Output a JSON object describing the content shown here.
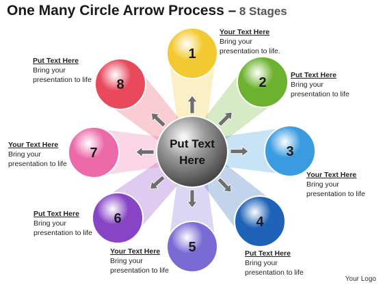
{
  "title": {
    "main": "One Many Circle Arrow Process –",
    "sub": "8 Stages"
  },
  "center": {
    "line1": "Put Text",
    "line2": "Here"
  },
  "stages": [
    {
      "number": "1",
      "color": "#f2c930",
      "heading": "Your Text Here",
      "line1": "Bring your",
      "line2": "presentation to life."
    },
    {
      "number": "2",
      "color": "#6cb22e",
      "heading": "Put Text Here",
      "line1": "Bring your",
      "line2": "presentation to life"
    },
    {
      "number": "3",
      "color": "#3a9be0",
      "heading": "Your Text Here",
      "line1": "Bring your",
      "line2": "presentation to life"
    },
    {
      "number": "4",
      "color": "#1f63b8",
      "heading": "Put Text Here",
      "line1": "Bring your",
      "line2": "presentation to life"
    },
    {
      "number": "5",
      "color": "#7a6bd4",
      "heading": "Your Text Here",
      "line1": "Bring your",
      "line2": "presentation to life"
    },
    {
      "number": "6",
      "color": "#8745c6",
      "heading": "Put Text Here",
      "line1": "Bring your",
      "line2": "presentation to life"
    },
    {
      "number": "7",
      "color": "#ec6aa8",
      "heading": "Your Text Here",
      "line1": "Bring your",
      "line2": "presentation to life"
    },
    {
      "number": "8",
      "color": "#e84a5c",
      "heading": "Put Text Here",
      "line1": "Bring your",
      "line2": "presentation to life"
    }
  ],
  "logo": "Your Logo"
}
